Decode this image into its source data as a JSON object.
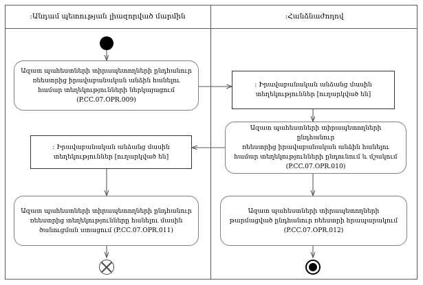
{
  "diagram": {
    "type": "uml-activity-diagram",
    "lanes": [
      {
        "id": "lane-member-state",
        "title": ":Անդամ պետության լիազորված մարմին"
      },
      {
        "id": "lane-commission",
        "title": ":Հանձնաժողով"
      }
    ]
  },
  "nodes": {
    "initial": {
      "name": "initial-node",
      "label": ""
    },
    "a009": {
      "line1": "Ազատ պահեստների տիրապետողների ընդհանուր",
      "line2": "ռեեստրից իրավաբանական անձին հանելու",
      "line3": "համար տեղեկությունների ներկայացում",
      "line4": "(P.CC.07.OPR.009)"
    },
    "note_right": {
      "line1": ": Իրավաբանական անձանց մասին",
      "line2": "տեղեկություններ [ուղարկված են]"
    },
    "a010": {
      "line1": "Ազատ պահեստների տիրապետողների ընդհանուր",
      "line2": "ռեեստրից իրավաբանական անձին հանելու",
      "line3": "համար տեղեկությունների ընդունում և մշակում",
      "line4": "(P.CC.07.OPR.010)"
    },
    "note_left": {
      "line1": ": Իրավաբանական անձանց մասին",
      "line2": "տեղեկություններ [ուղարկված են]"
    },
    "a011": {
      "line1": "Ազատ պահեստների տիրապետողների ընդհանուր",
      "line2": "ռեեստրից տեղեկությունները հանելու մասին",
      "line3": "ծանուցման ստացում (P.CC.07.OPR.011)",
      "line4": ""
    },
    "a012": {
      "line1": "Ազատ պահեստների տիրապետողների",
      "line2": "թարմացված ընդհանուր ռեեստրի հրապարակում",
      "line3": "(P.CC.07.OPR.012)",
      "line4": ""
    },
    "flow_final": {
      "name": "flow-final-node",
      "label": ""
    },
    "activity_final": {
      "name": "activity-final-node",
      "label": ""
    }
  },
  "colors": {
    "frame": "#595959",
    "activity_border": "#7f7f7f",
    "note_border": "#333333",
    "edge": "#5a5a5a",
    "node_fill": "#000000",
    "background": "#ffffff"
  }
}
